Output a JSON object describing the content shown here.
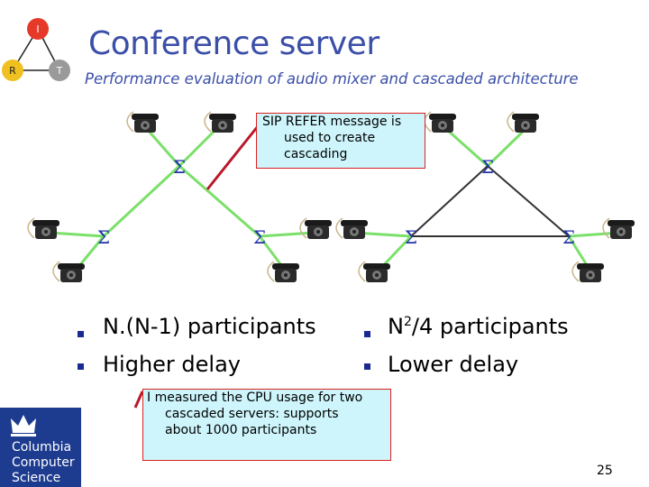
{
  "title": "Conference server",
  "subtitle": "Performance evaluation of audio mixer and cascaded architecture",
  "corner_icon": {
    "nodes": [
      "I",
      "R",
      "T"
    ]
  },
  "mixer_symbol": "Σ",
  "callout_sip": {
    "lines": [
      "SIP REFER message is",
      "used to create",
      "cascading"
    ]
  },
  "left_bullets": [
    "N.(N-1) participants",
    "Higher delay"
  ],
  "right_bullets": [
    {
      "text": "N",
      "sup": "2",
      "rest": "/4 participants"
    },
    {
      "text": "Lower delay"
    }
  ],
  "callout_cpu": {
    "lines": [
      "I measured the CPU usage for two",
      "cascaded servers: supports",
      "about 1000 participants"
    ]
  },
  "logo": {
    "lines": [
      "Columbia",
      "Computer",
      "Science"
    ]
  },
  "page_number": "25",
  "colors": {
    "title": "#3b4fa8",
    "bullet": "#1b2a8f",
    "callout_bg": "#cdf5fb",
    "callout_border": "#dd2222",
    "link_green": "#7be06a",
    "link_dark": "#333333",
    "logo_bg": "#1d3b8f"
  }
}
